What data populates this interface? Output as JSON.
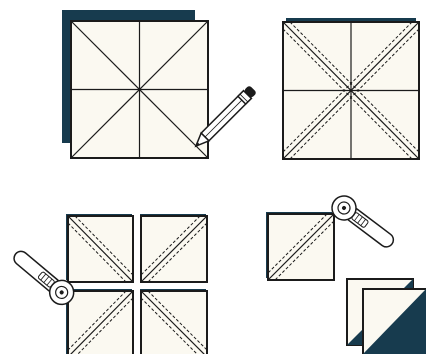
{
  "colors": {
    "fabric_dark": "#173b4e",
    "fabric_light": "#fbf9f1",
    "outline": "#1b1b1b",
    "tool_body": "#ffffff"
  },
  "icons": [
    "pencil-icon",
    "rotary-cutter-icon"
  ],
  "steps": [
    {
      "name": "draw-diagonal-and-center-lines"
    },
    {
      "name": "sew-quarter-inch-seams-along-diagonals"
    },
    {
      "name": "cut-into-four-squares"
    },
    {
      "name": "cut-diagonally-and-press-open-hst-units"
    }
  ]
}
